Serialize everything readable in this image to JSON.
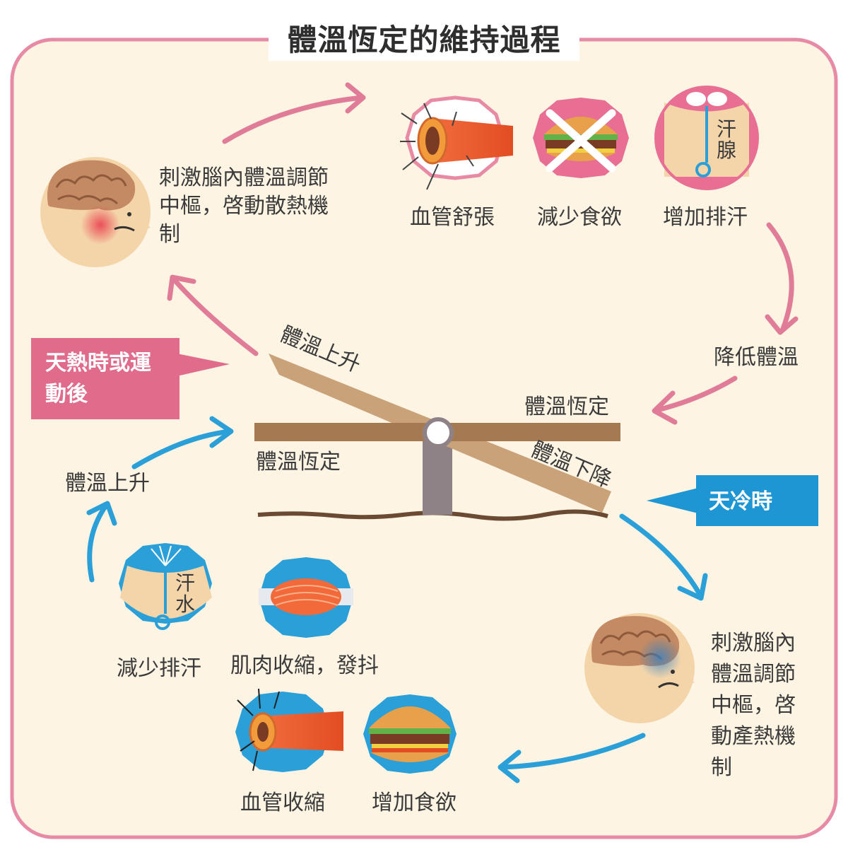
{
  "title": "體溫恆定的維持過程",
  "colors": {
    "frame": "#e78aa6",
    "background": "#fdf4e3",
    "warm_arrow": "#e07c98",
    "cold_arrow": "#2a9fd8",
    "hot_callout": "#e06b8b",
    "cold_callout": "#1f96d4",
    "beam": "#c9a27a",
    "plank": "#a57a52"
  },
  "hot_path": {
    "callout": "天熱時或運動後",
    "seesaw_label": "體溫上升",
    "brain_text": "刺激腦內體溫調節中樞，啓動散熱機制",
    "responses": [
      {
        "label": "血管舒張",
        "icon": "vessel-dilate-icon"
      },
      {
        "label": "減少食欲",
        "icon": "no-burger-icon"
      },
      {
        "label": "增加排汗",
        "icon": "sweat-gland-icon",
        "inner_text": "汗腺"
      }
    ],
    "result": "降低體溫"
  },
  "cold_path": {
    "callout": "天冷時",
    "seesaw_label": "體溫下降",
    "brain_text": "刺激腦內體溫調節中樞，啓動產熱機制",
    "responses": [
      {
        "label": "減少排汗",
        "icon": "sweat-icon",
        "inner_text": "汗水"
      },
      {
        "label": "肌肉收縮，發抖",
        "icon": "muscle-icon"
      },
      {
        "label": "血管收縮",
        "icon": "vessel-constrict-icon"
      },
      {
        "label": "增加食欲",
        "icon": "burger-icon"
      }
    ],
    "result": "體溫上升"
  },
  "balance": {
    "left_label": "體溫恆定",
    "right_label": "體溫恆定"
  }
}
